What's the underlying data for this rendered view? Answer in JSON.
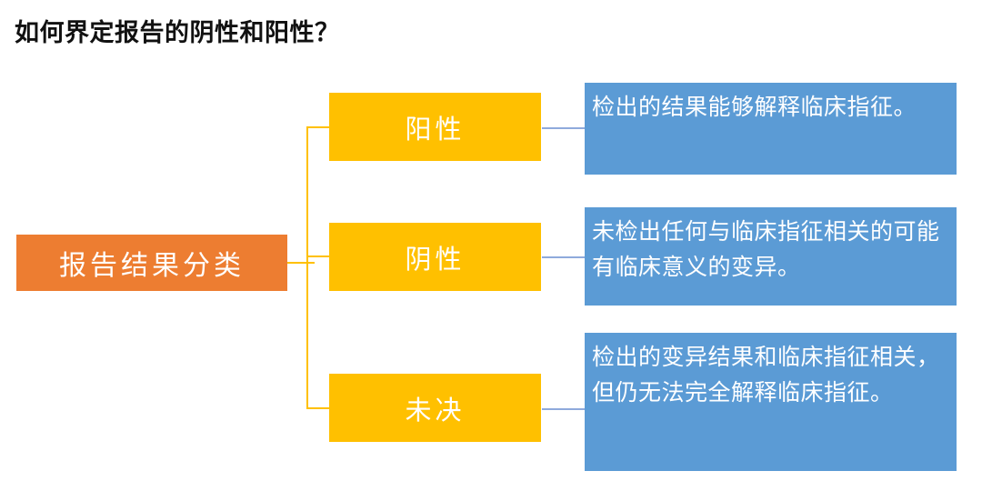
{
  "page": {
    "title": "如何界定报告的阴性和阳性？",
    "background_color": "#FFFFFF"
  },
  "colors": {
    "root_box": "#ED7D31",
    "category_box": "#FFC000",
    "description_box": "#5B9BD5",
    "connector_yellow": "#FFC000",
    "connector_blue": "#8FAADC",
    "box_text": "#FFFFFF",
    "title_text": "#111111"
  },
  "diagram": {
    "type": "tree",
    "root": {
      "label": "报告结果分类"
    },
    "branches": [
      {
        "category": "阳性",
        "description": "检出的结果能够解释临床指征。"
      },
      {
        "category": "阴性",
        "description": "未检出任何与临床指征相关的可能有临床意义的变异。"
      },
      {
        "category": "未决",
        "description": "检出的变异结果和临床指征相关，但仍无法完全解释临床指征。"
      }
    ]
  }
}
